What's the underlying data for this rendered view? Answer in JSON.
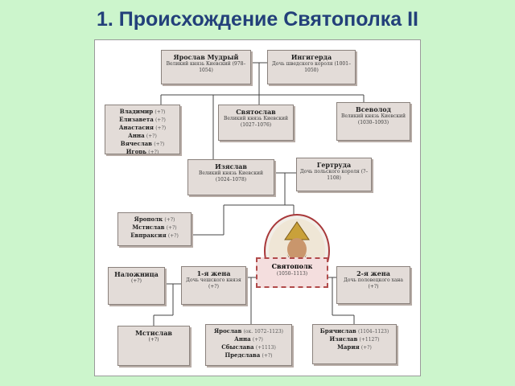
{
  "slide": {
    "title": "1. Происхождение Святополка II"
  },
  "yaroslav": {
    "name": "Ярослав Мудрый",
    "sub": "Великий князь Киевский (978–1054)"
  },
  "ingigerda": {
    "name": "Ингигерда",
    "sub": "Дочь шведского короля (1001–1050)"
  },
  "children": [
    {
      "name": "Владимир",
      "dates": "(+?)"
    },
    {
      "name": "Елизавета",
      "dates": "(+?)"
    },
    {
      "name": "Анастасия",
      "dates": "(+?)"
    },
    {
      "name": "Анна",
      "dates": "(+?)"
    },
    {
      "name": "Вячеслав",
      "dates": "(+?)"
    },
    {
      "name": "Игорь",
      "dates": "(+?)"
    }
  ],
  "svyatoslav": {
    "name": "Святослав",
    "sub": "Великий князь Киевский (1027–1076)"
  },
  "vsevolod": {
    "name": "Всеволод",
    "sub": "Великий князь Киевский (1030–1093)"
  },
  "izyaslav": {
    "name": "Изяслав",
    "sub": "Великий князь Киевский (1024–1078)"
  },
  "gertruda": {
    "name": "Гертруда",
    "sub": "Дочь польского короля (?–1108)"
  },
  "siblings": [
    {
      "name": "Ярополк",
      "dates": "(+?)"
    },
    {
      "name": "Мстислав",
      "dates": "(+?)"
    },
    {
      "name": "Евпраксия",
      "dates": "(+?)"
    }
  ],
  "svyatopolk": {
    "name": "Святополк",
    "sub": "(1050–1113)"
  },
  "nalozhnitsa": {
    "name": "Наложница",
    "sub": "(+?)"
  },
  "wife1": {
    "name": "1-я жена",
    "sub": "Дочь чешского князя (+?)"
  },
  "wife2": {
    "name": "2-я жена",
    "sub": "Дочь половецкого хана (+?)"
  },
  "mstislav": {
    "name": "Мстислав",
    "sub": "(+?)"
  },
  "kids1": [
    {
      "name": "Ярослав",
      "dates": "(ок. 1072–1123)"
    },
    {
      "name": "Анна",
      "dates": "(+?)"
    },
    {
      "name": "Сбыслава",
      "dates": "(+1113)"
    },
    {
      "name": "Предслава",
      "dates": "(+?)"
    }
  ],
  "kids2": [
    {
      "name": "Брячислав",
      "dates": "(1104–1123)"
    },
    {
      "name": "Изяслав",
      "dates": "(+1127)"
    },
    {
      "name": "Мария",
      "dates": "(+?)"
    }
  ]
}
